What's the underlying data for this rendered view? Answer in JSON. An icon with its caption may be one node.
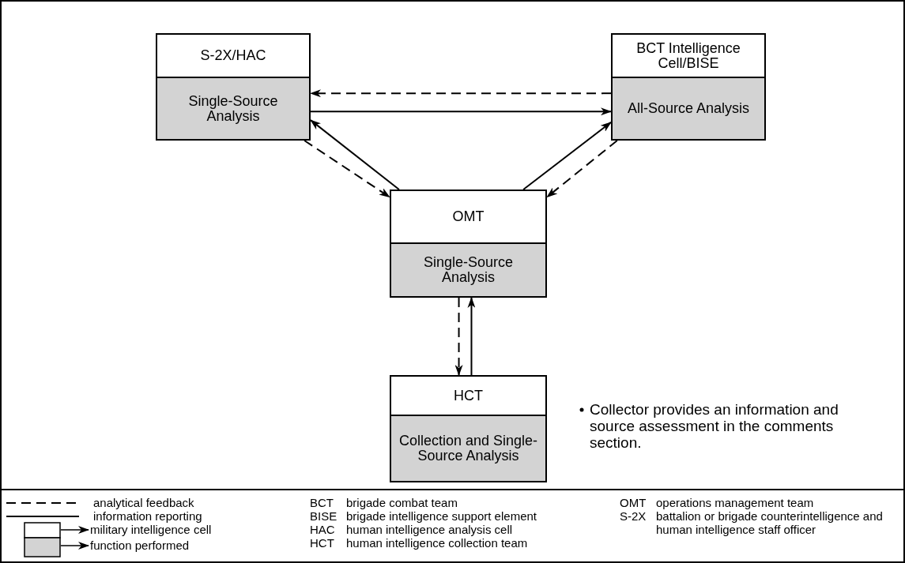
{
  "diagram": {
    "nodes": [
      {
        "text": [
          "S-2X/HAC",
          "Single-Source Analysis"
        ]
      },
      {
        "text": [
          "BCT Intelligence Cell/BISE",
          "All-Source Analysis"
        ]
      },
      {
        "text": [
          "OMT",
          "Single-Source Analysis"
        ]
      },
      {
        "text": [
          "HCT",
          "Collection and Single-Source Analysis"
        ]
      }
    ],
    "edges": [
      {
        "from": 1,
        "to": 0,
        "arrow": "to",
        "style": "dashed"
      },
      {
        "from": 0,
        "to": 1,
        "arrow": "to"
      },
      {
        "from": 0,
        "to": 2,
        "arrow": "to",
        "style": "dashed"
      },
      {
        "from": 2,
        "to": 0,
        "arrow": "to"
      },
      {
        "from": 2,
        "to": 1,
        "arrow": "to"
      },
      {
        "from": 1,
        "to": 2,
        "arrow": "to",
        "style": "dashed"
      },
      {
        "from": 2,
        "to": 3,
        "arrow": "to",
        "style": "dashed"
      },
      {
        "from": 3,
        "to": 2,
        "arrow": "to"
      }
    ],
    "labels": [
      "Collector provides an information and source assessment in the comments section.",
      "BCT",
      "brigade combat team",
      "BISE",
      "brigade intelligence support element",
      "HAC",
      "human intelligence analysis cell",
      "HCT",
      "human intelligence collection team",
      "OMT",
      "operations management team",
      "S-2X",
      "battalion or brigade counterintelligence and human intelligence staff officer"
    ],
    "legend": [
      {
        "text": "analytical feedback"
      },
      {
        "text": "information reporting"
      },
      {
        "text": "military intelligence cell"
      },
      {
        "text": "function performed"
      }
    ]
  }
}
